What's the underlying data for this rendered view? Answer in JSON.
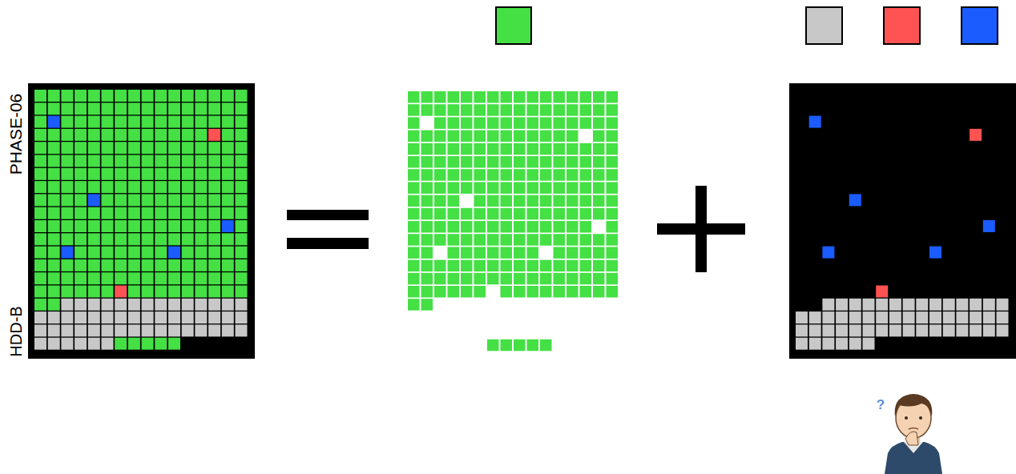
{
  "diagram": {
    "labels": [
      "PHASE-06",
      "HDD-B",
      "?"
    ]
  }
}
